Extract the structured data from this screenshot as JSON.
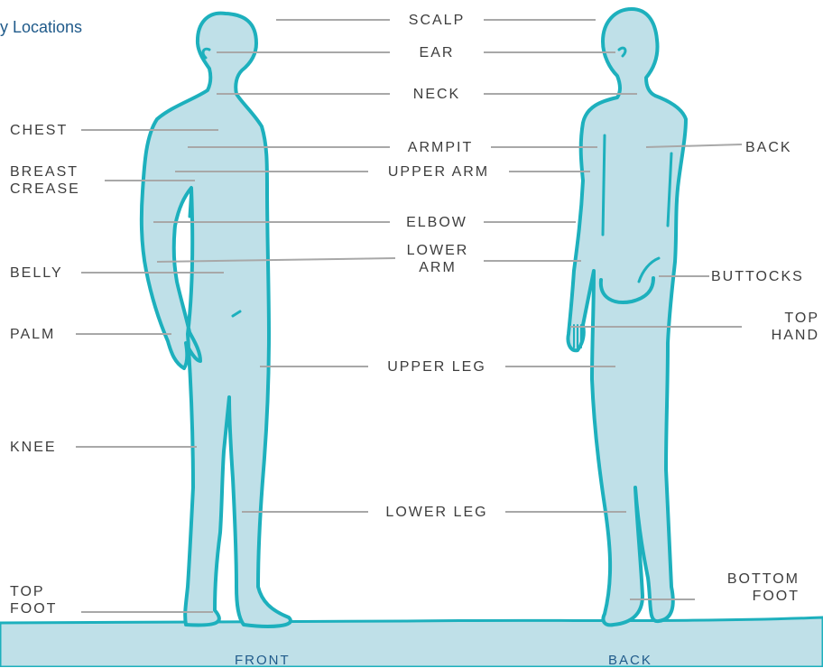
{
  "title": "y Locations",
  "colors": {
    "body_fill": "#bfe0e8",
    "body_outline": "#1db0bd",
    "leader_line": "#a8a8a8",
    "label_text": "#3d3d3d",
    "title_text": "#1f5a8a"
  },
  "views": {
    "front": "FRONT",
    "back": "BACK"
  },
  "labels": {
    "scalp": "SCALP",
    "ear": "EAR",
    "neck": "NECK",
    "chest": "CHEST",
    "armpit": "ARMPIT",
    "back": "BACK",
    "breast_crease": "BREAST\nCREASE",
    "upper_arm": "UPPER ARM",
    "elbow": "ELBOW",
    "lower_arm": "LOWER\nARM",
    "belly": "BELLY",
    "buttocks": "BUTTOCKS",
    "palm": "PALM",
    "top_hand": "TOP\nHAND",
    "upper_leg": "UPPER LEG",
    "knee": "KNEE",
    "lower_leg": "LOWER LEG",
    "bottom_foot": "BOTTOM\nFOOT",
    "top_foot": "TOP\nFOOT"
  }
}
